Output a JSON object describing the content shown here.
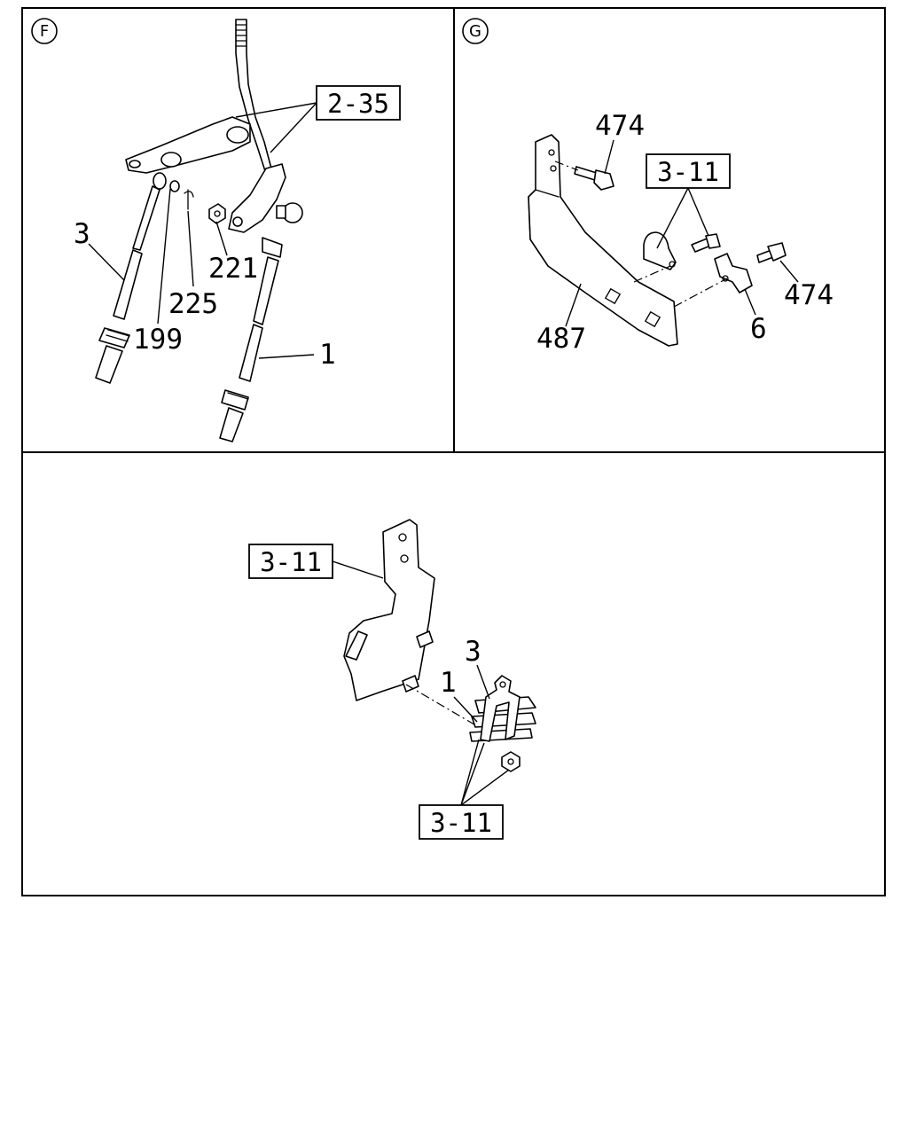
{
  "panels": {
    "F": {
      "marker": "F"
    },
    "G": {
      "marker": "G"
    }
  },
  "labels": {
    "f_ref_2_35": "2-35",
    "f_3": "3",
    "f_221": "221",
    "f_225": "225",
    "f_199": "199",
    "f_1": "1",
    "g_474_top": "474",
    "g_ref_3_11": "3-11",
    "g_474_right": "474",
    "g_487": "487",
    "g_6": "6",
    "b_ref_3_11_top": "3-11",
    "b_3": "3",
    "b_1": "1",
    "b_ref_3_11_bottom": "3-11"
  }
}
